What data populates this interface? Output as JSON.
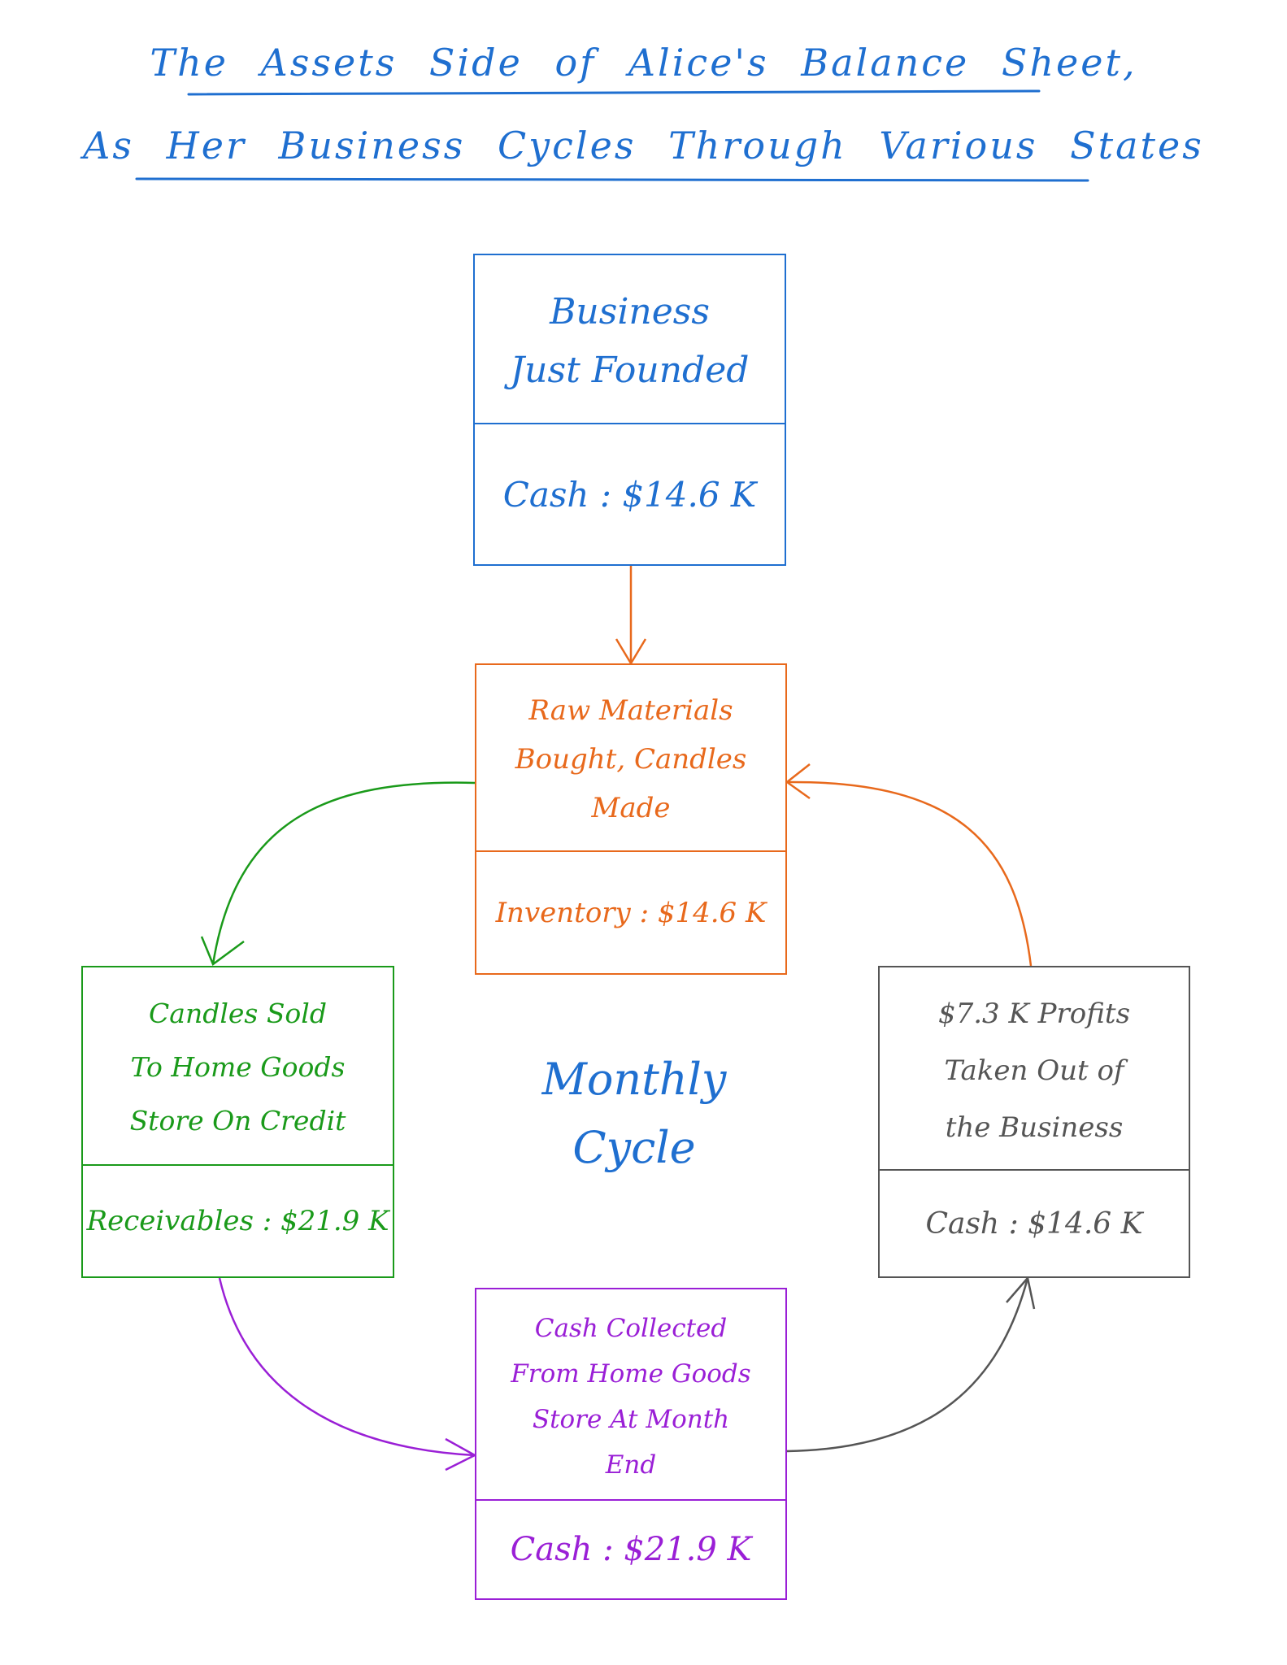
{
  "title": {
    "line1": "The Assets Side of Alice's Balance Sheet,",
    "line2": "As Her Business Cycles Through Various States"
  },
  "center_label": {
    "line1": "Monthly",
    "line2": "Cycle"
  },
  "colors": {
    "blue": "#1f6fd0",
    "orange": "#e8691c",
    "green": "#1a9a1a",
    "purple": "#9a1fd6",
    "gray": "#555555"
  },
  "states": {
    "founded": {
      "lines": [
        "Business",
        "Just Founded"
      ],
      "value": "Cash : $14.6 K"
    },
    "inventory": {
      "lines": [
        "Raw Materials",
        "Bought, Candles",
        "Made"
      ],
      "value": "Inventory : $14.6 K"
    },
    "receivables": {
      "lines": [
        "Candles Sold",
        "To Home Goods",
        "Store On Credit"
      ],
      "value": "Receivables : $21.9 K"
    },
    "collected": {
      "lines": [
        "Cash Collected",
        "From Home Goods",
        "Store At Month",
        "End"
      ],
      "value": "Cash : $21.9 K"
    },
    "profits": {
      "lines": [
        "$7.3 K Profits",
        "Taken Out of",
        "the Business"
      ],
      "value": "Cash : $14.6 K"
    }
  }
}
